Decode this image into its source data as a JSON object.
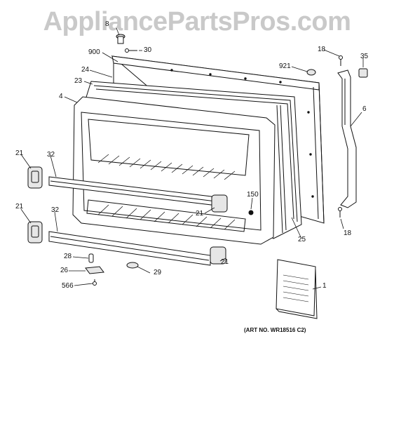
{
  "watermark": "AppliancePartsPros.com",
  "art_number": "(ART NO. WR18516 C2)",
  "callouts": {
    "c8": "8",
    "c30": "30",
    "c900": "900",
    "c24": "24",
    "c23": "23",
    "c4": "4",
    "c921": "921",
    "c18_top": "18",
    "c35": "35",
    "c6": "6",
    "c21_left_upper": "21",
    "c32_upper": "32",
    "c150": "150",
    "c21_mid": "21",
    "c21_left_lower": "21",
    "c32_lower": "32",
    "c25": "25",
    "c18_bottom": "18",
    "c28": "28",
    "c26": "26",
    "c29": "29",
    "c566": "566",
    "c21_bottom": "21",
    "c1": "1"
  },
  "colors": {
    "line": "#111111",
    "watermark": "#c9c9c9",
    "shade": "#e6e6e6"
  }
}
